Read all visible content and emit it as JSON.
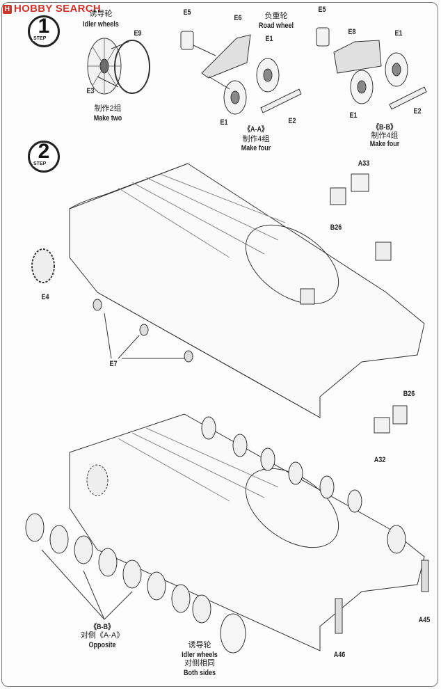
{
  "logo": {
    "text": "HOBBY SEARCH"
  },
  "step1": {
    "number": "1",
    "word": "STEP",
    "idler": {
      "cn": "诱导轮",
      "en": "Idler wheels",
      "part_e9": "E9",
      "part_e3": "E3",
      "qty_cn": "制作2组",
      "qty_en": "Make two"
    },
    "aa": {
      "part_e5": "E5",
      "part_e6": "E6",
      "title_cn": "负重轮",
      "title_en": "Road wheel",
      "part_e1_top": "E1",
      "part_e1_bottom": "E1",
      "part_e2": "E2",
      "name": "《A-A》",
      "qty_cn": "制作4组",
      "qty_en": "Make four"
    },
    "bb": {
      "part_e5": "E5",
      "part_e8": "E8",
      "part_e1_top": "E1",
      "part_e1_bottom": "E1",
      "part_e2": "E2",
      "name": "《B-B》",
      "qty_cn": "制作4组",
      "qty_en": "Make four"
    }
  },
  "step2": {
    "number": "2",
    "word": "STEP",
    "parts": {
      "a33": "A33",
      "b26_top": "B26",
      "e4": "E4",
      "e7": "E7",
      "b26_right": "B26",
      "a32": "A32"
    },
    "bottom": {
      "bogie_name": "《B-B》",
      "bogie_opposite_cn": "对侧《A-A》",
      "bogie_opposite_en": "Opposite",
      "idler_cn": "诱导轮",
      "idler_en": "Idler wheels",
      "idler_sides_cn": "对侧相同",
      "idler_sides_en": "Both sides",
      "a46": "A46",
      "a45": "A45"
    }
  }
}
